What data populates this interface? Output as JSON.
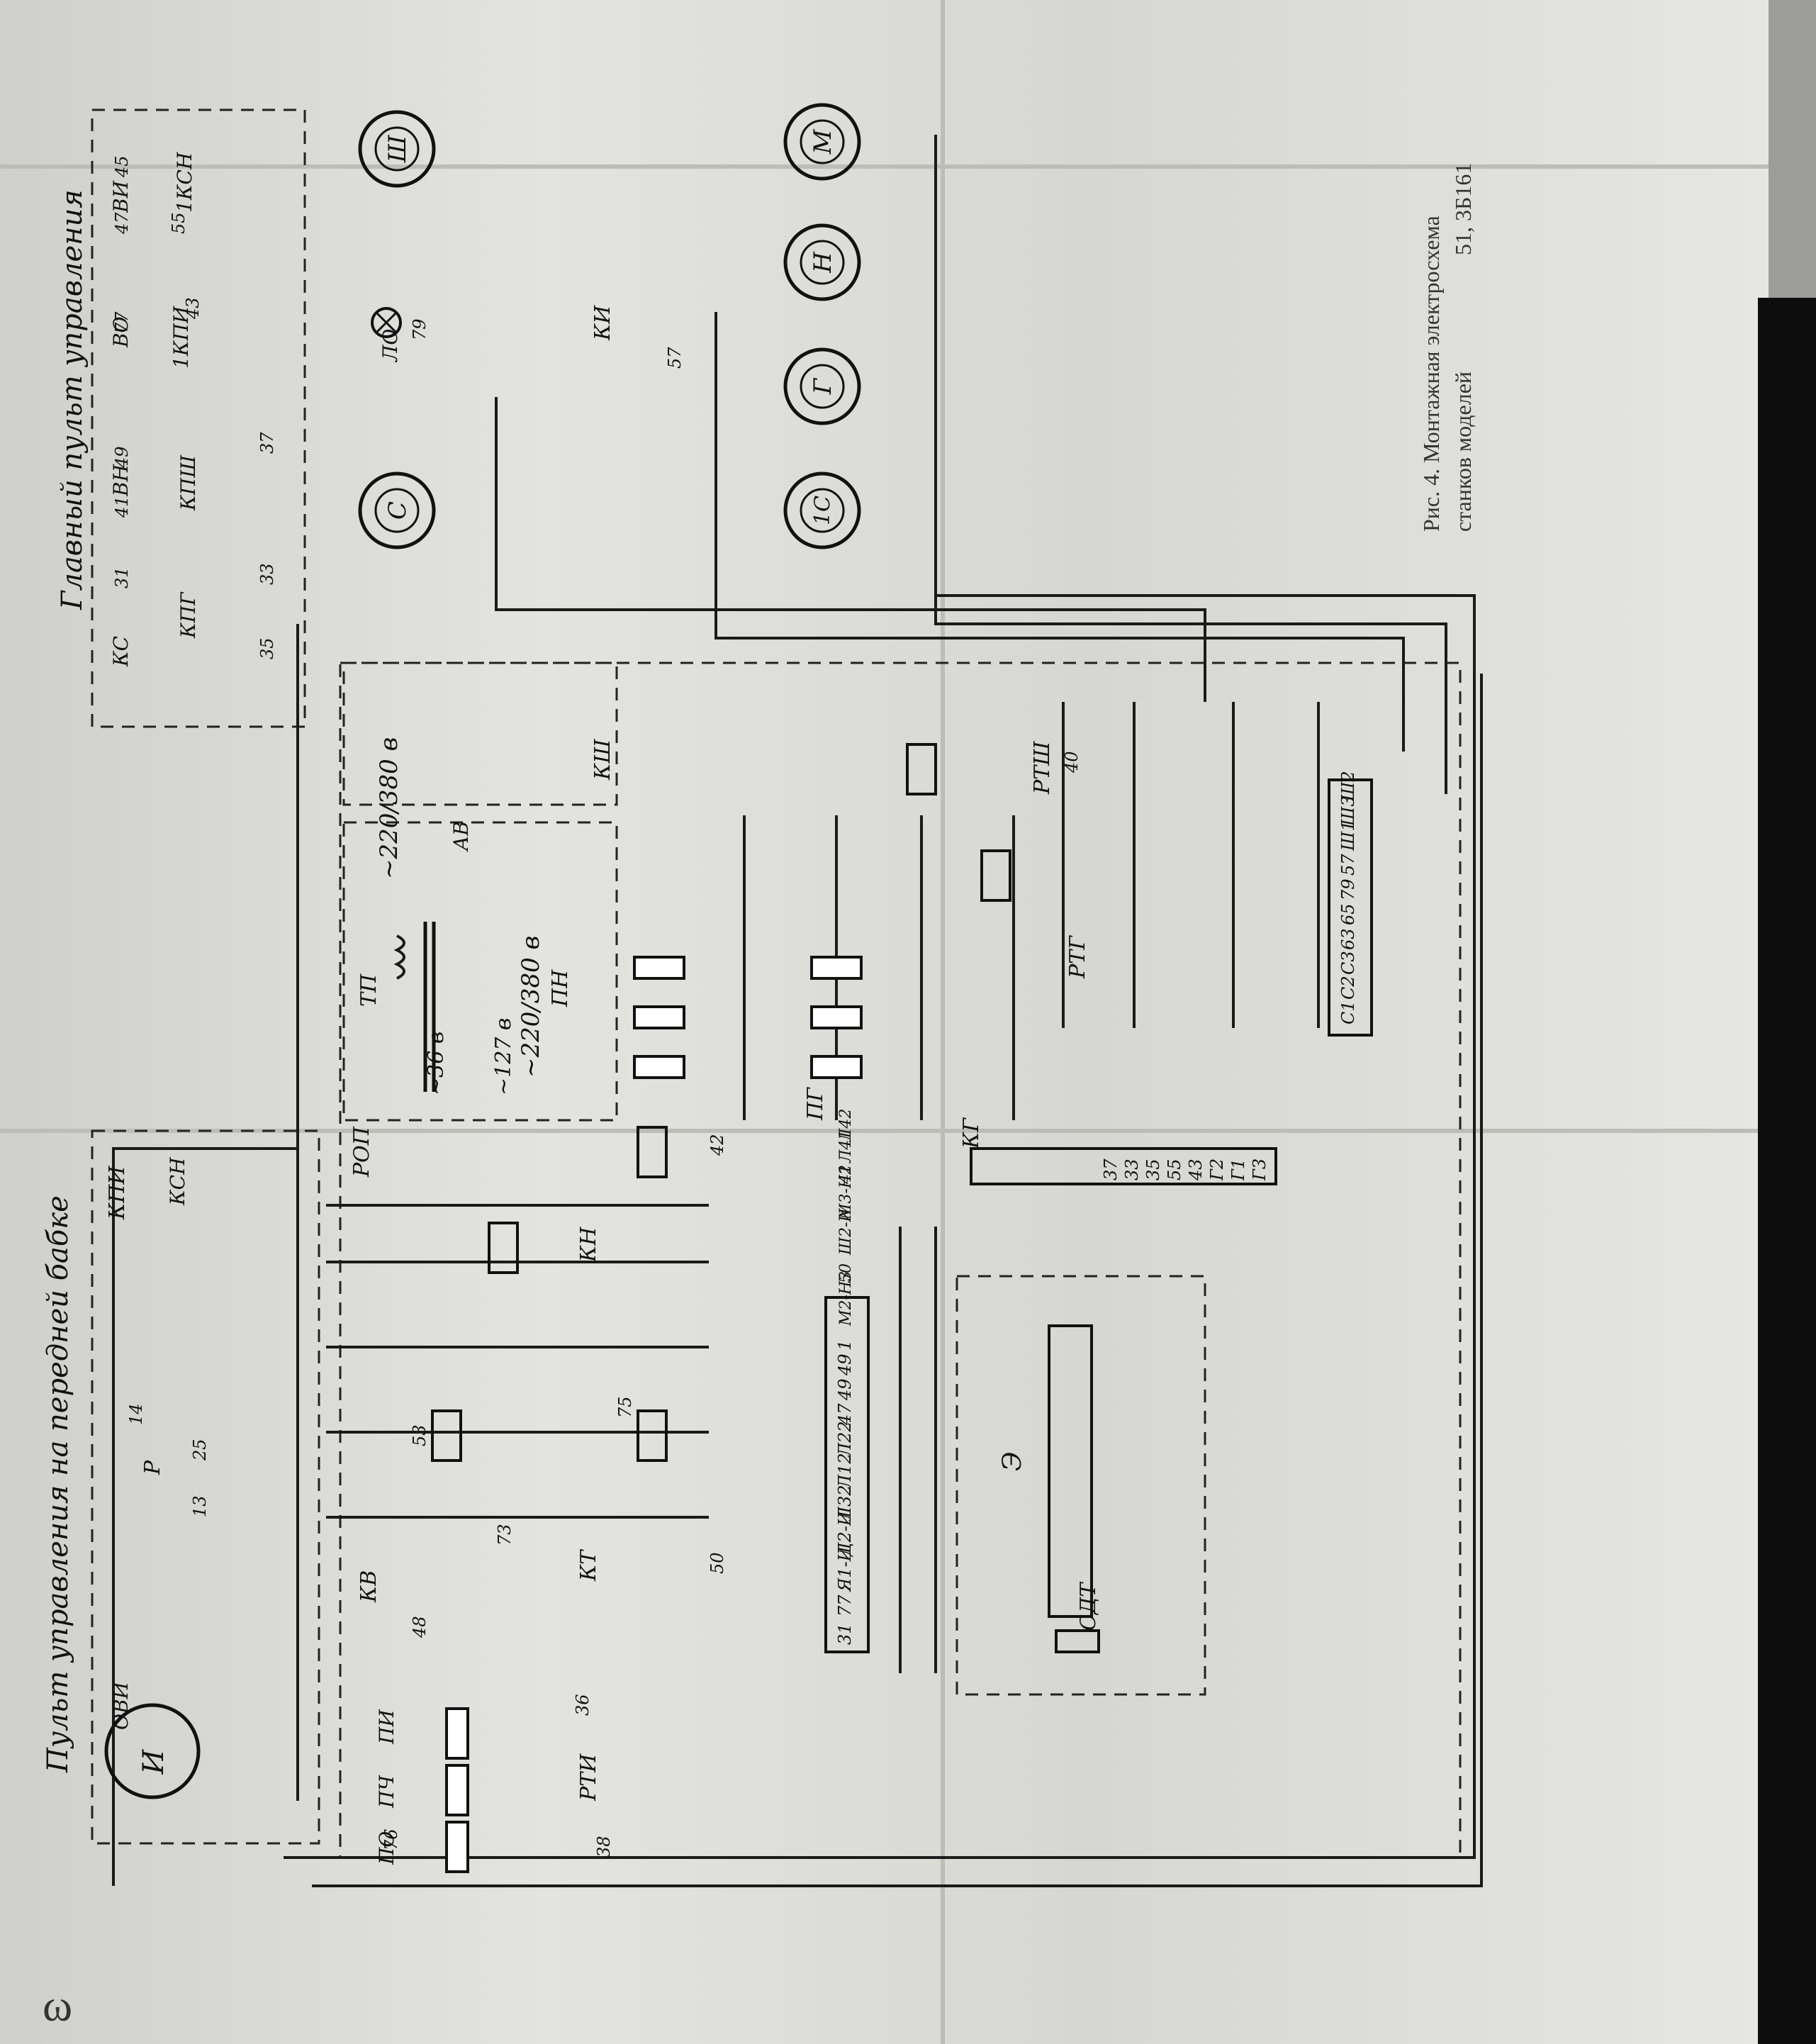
{
  "panels": {
    "front_headstock": "Пульт управления на передней бабке",
    "main": "Главный пульт управления"
  },
  "caption": {
    "line1": "Рис. 4. Монтажная электросхема",
    "line2": "станков моделей",
    "models": "51, 3Б161"
  },
  "page_mark": "ω",
  "voltages": {
    "ab_in": "~220/380 в",
    "tp_in": "~220/380 в",
    "tp_36": "~36 в",
    "tp_127": "~127 в"
  },
  "labels": {
    "ab": "АВ",
    "tp": "ТП",
    "pn": "ПН",
    "pg": "ПГ",
    "ksh": "КШ",
    "kg": "КГ",
    "rop": "РОП",
    "kv": "КВ",
    "kt": "КТ",
    "kn": "КН",
    "rti": "РТИ",
    "rtsh": "РТШ",
    "rtg": "РТГ",
    "sdt": "СДТ",
    "e": "Э",
    "p": "Р",
    "lo": "ЛО",
    "ki": "КИ",
    "ovi": "ОВИ",
    "kpi": "КПИ",
    "ksn": "КСН",
    "kpi1": "1КПИ",
    "ksn1": "1КСН",
    "ks": "КС",
    "kpg": "КПГ",
    "vn": "ВН",
    "kpsh": "КПШ",
    "vo": "ВО",
    "vi": "ВИ",
    "po": "ПО",
    "pch": "ПЧ",
    "pi": "ПИ"
  },
  "motors": [
    {
      "sym": "И"
    },
    {
      "sym": "Ш"
    },
    {
      "sym": "С"
    },
    {
      "sym": "1С"
    },
    {
      "sym": "Г"
    },
    {
      "sym": "Н"
    },
    {
      "sym": "М"
    }
  ],
  "terminals": {
    "left": [
      "31",
      "77",
      "Я1-И",
      "Д2-И",
      "Л32",
      "Л12",
      "Л22",
      "47",
      "49",
      "49",
      "1"
    ],
    "left2": [
      "М2-Н3",
      "50",
      "Ш2-И",
      "М3-Н2",
      "41",
      "Л41",
      "Л42"
    ],
    "right": [
      "Ш2",
      "Ш3",
      "Ш1",
      "57",
      "79",
      "65",
      "63",
      "С3",
      "С2",
      "С1"
    ],
    "mid": [
      "37",
      "33",
      "35",
      "55",
      "43",
      "Г2",
      "Г1",
      "Г3"
    ]
  },
  "wires": {
    "nums": [
      "31",
      "33",
      "35",
      "37",
      "41",
      "43",
      "45",
      "47",
      "49",
      "55",
      "57",
      "77",
      "79",
      "13",
      "14",
      "25",
      "36",
      "38",
      "40",
      "42",
      "48",
      "50",
      "53",
      "73",
      "75",
      "76"
    ]
  }
}
